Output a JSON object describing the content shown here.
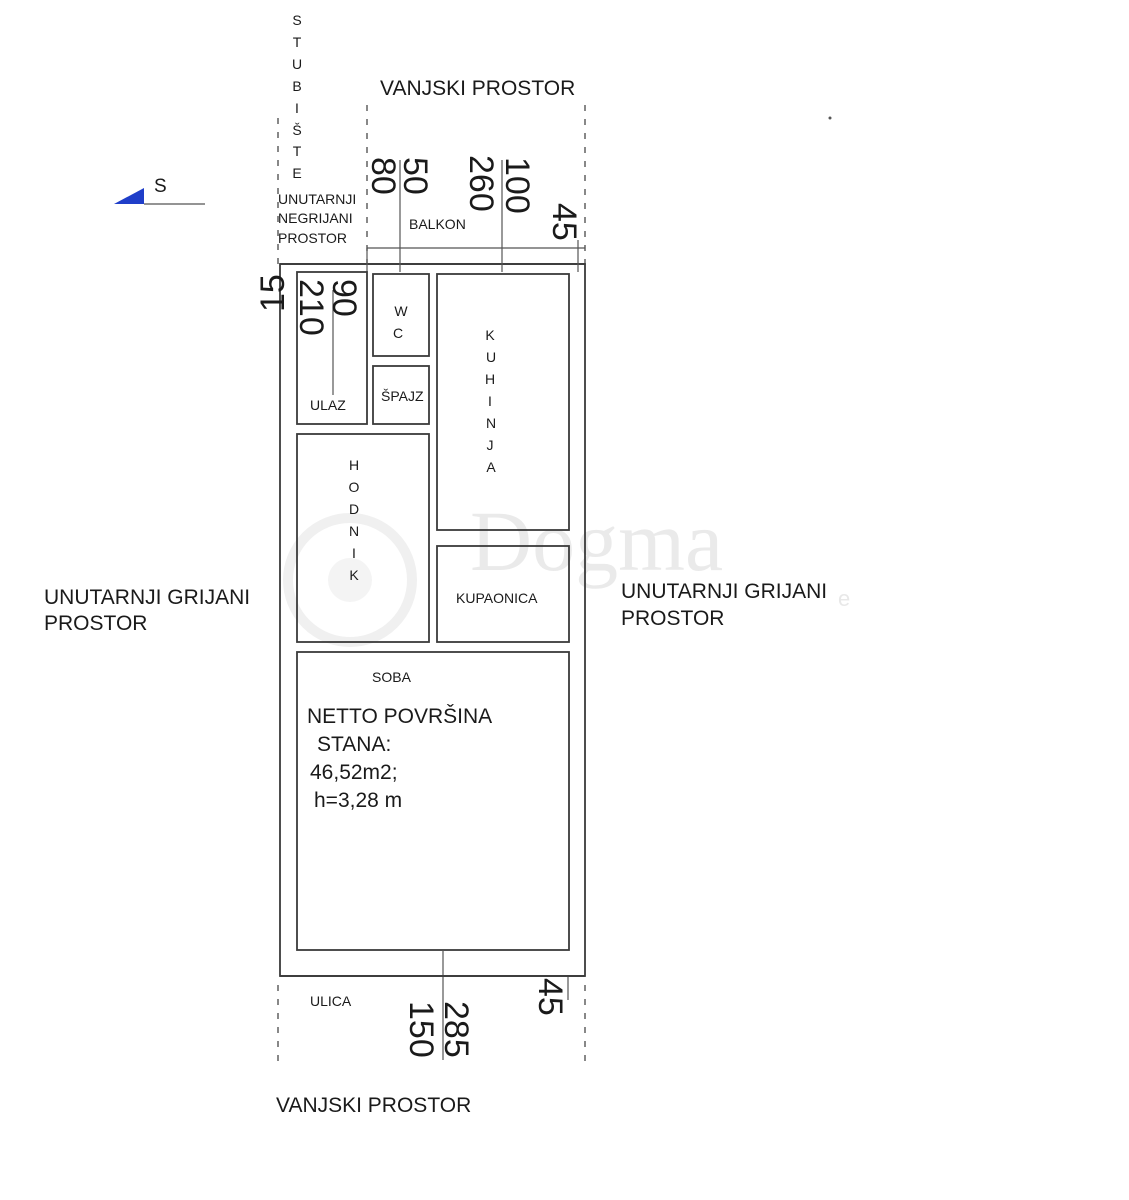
{
  "compass": {
    "label": "S",
    "icon": "north-arrow-icon"
  },
  "outer_labels": {
    "top": "VANJSKI PROSTOR",
    "bottom": "VANJSKI PROSTOR",
    "left_line1": "UNUTARNJI GRIJANI",
    "left_line2": "PROSTOR",
    "right_line1": "UNUTARNJI GRIJANI",
    "right_line2": "PROSTOR",
    "stairs": [
      "S",
      "T",
      "U",
      "B",
      "I",
      "Š",
      "T",
      "E"
    ],
    "unheated_line1": "UNUTARNJI",
    "unheated_line2": "NEGRIJANI",
    "unheated_line3": "PROSTOR",
    "balcony": "BALKON",
    "street": "ULICA"
  },
  "rooms": {
    "wc": [
      "W",
      "C"
    ],
    "pantry": "ŠPAJZ",
    "entrance": "ULAZ",
    "kitchen": [
      "K",
      "U",
      "H",
      "I",
      "N",
      "J",
      "A"
    ],
    "hallway": [
      "H",
      "O",
      "D",
      "N",
      "I",
      "K"
    ],
    "bathroom": "KUPAONICA",
    "room": "SOBA"
  },
  "area_note": {
    "line1": "NETTO  POVRŠINA",
    "line2": "STANA:",
    "line3": "46,52m2;",
    "line4": "h=3,28 m"
  },
  "dimensions": {
    "top_80": "80",
    "top_50": "50",
    "top_260": "260",
    "top_100": "100",
    "top_45": "45",
    "left_15": "15",
    "left_210": "210",
    "left_90": "90",
    "bottom_45": "45",
    "bottom_150": "150",
    "bottom_285": "285"
  },
  "watermark": {
    "main": "Dogma",
    "sub": "e"
  }
}
